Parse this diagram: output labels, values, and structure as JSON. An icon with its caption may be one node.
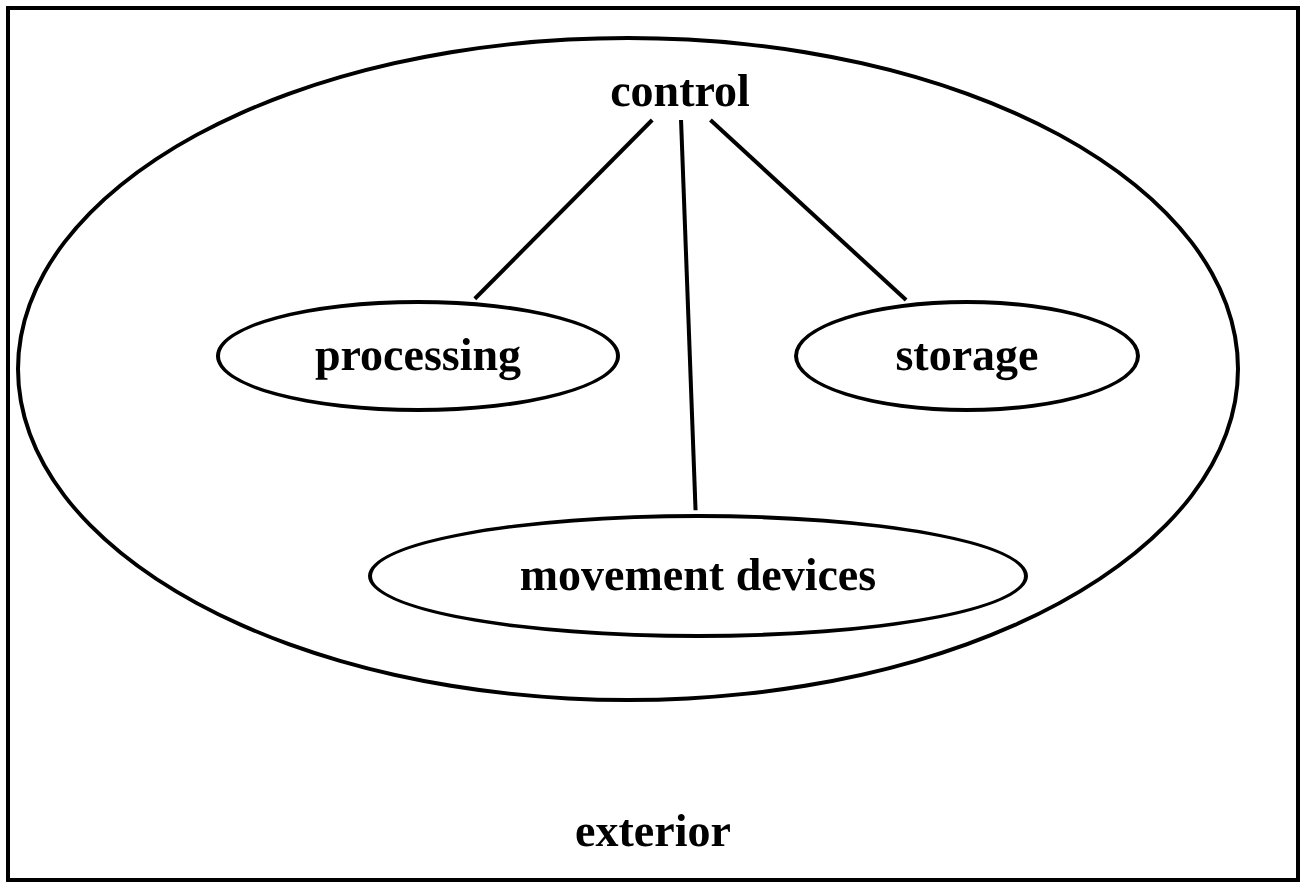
{
  "diagram": {
    "nodes": [
      {
        "text": [
          "exterior"
        ]
      },
      {
        "text": [],
        "shape": "ellipse",
        "in": 0
      },
      {
        "text": [
          "control"
        ],
        "in": 1
      },
      {
        "text": [
          "processing"
        ],
        "in": 1
      },
      {
        "text": [
          "storage"
        ],
        "in": 1
      },
      {
        "text": [
          "movement devices"
        ],
        "in": 1
      }
    ],
    "edges": [
      {
        "from": 2,
        "to": 3,
        "arrow": "none"
      },
      {
        "from": 2,
        "to": 5,
        "arrow": "none"
      },
      {
        "from": 2,
        "to": 4,
        "arrow": "none"
      }
    ]
  }
}
